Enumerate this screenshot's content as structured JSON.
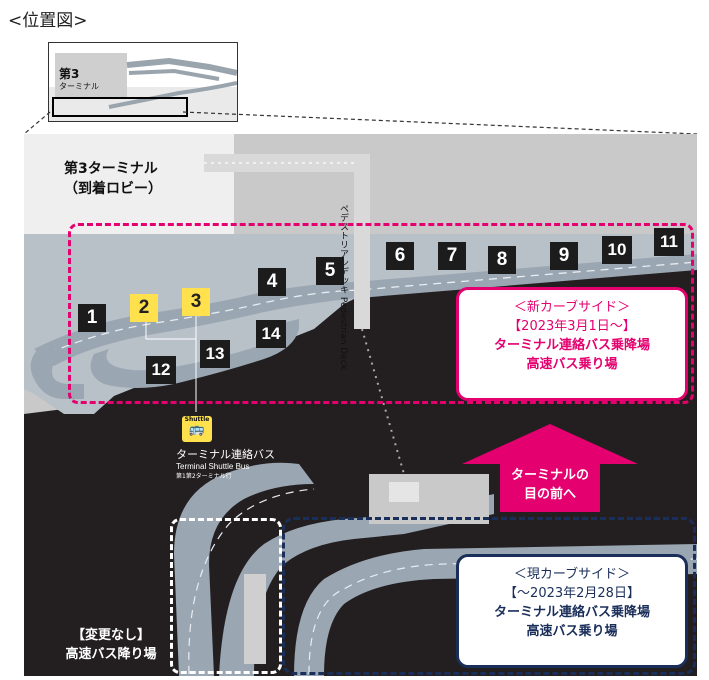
{
  "title": "<位置図>",
  "inset": {
    "terminal": "第3",
    "terminal_sub": "ターミナル"
  },
  "terminal_label": {
    "line1": "第3ターミナル",
    "line2": "（到着ロビー）"
  },
  "pedestrian_deck": "ペデストリアンデッキ  Pedestrian Deck",
  "stops": {
    "s1": "1",
    "s2": "2",
    "s3": "3",
    "s4": "4",
    "s5": "5",
    "s6": "6",
    "s7": "7",
    "s8": "8",
    "s9": "9",
    "s10": "10",
    "s11": "11",
    "s12": "12",
    "s13": "13",
    "s14": "14"
  },
  "shuttle": {
    "badge": "Shuttle",
    "jp": "ターミナル連絡バス",
    "en": "Terminal Shuttle Bus",
    "sub": "第1第2ターミナル行"
  },
  "new_curb": {
    "line1": "＜新カーブサイド＞",
    "line2": "【2023年3月1日～】",
    "line3": "ターミナル連絡バス乗降場",
    "line4": "高速バス乗り場"
  },
  "arrow": {
    "line1": "ターミナルの",
    "line2": "目の前へ"
  },
  "current_curb": {
    "line1": "＜現カーブサイド＞",
    "line2": "【～2023年2月28日】",
    "line3": "ターミナル連絡バス乗降場",
    "line4": "高速バス乗り場"
  },
  "no_change": {
    "line1": "【変更なし】",
    "line2": "高速バス降り場"
  },
  "colors": {
    "magenta": "#e4006f",
    "navy": "#1a2e5a",
    "yellow": "#ffe04d",
    "road": "#b7c0c9",
    "ground": "#231f20"
  }
}
